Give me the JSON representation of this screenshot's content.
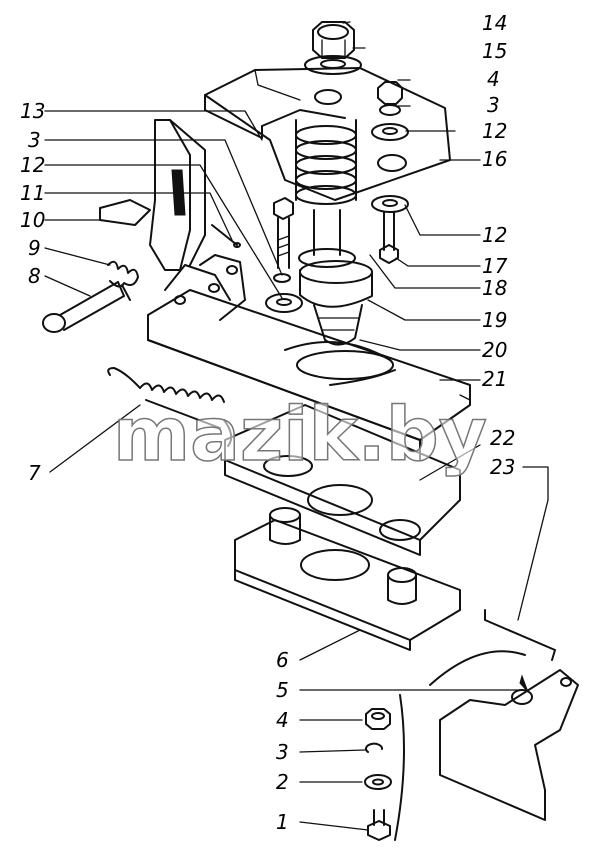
{
  "watermark": "mazik.by",
  "callouts": [
    {
      "id": "c14",
      "text": "14"
    },
    {
      "id": "c15",
      "text": "15"
    },
    {
      "id": "c4a",
      "text": "4"
    },
    {
      "id": "c3a",
      "text": "3"
    },
    {
      "id": "c12a",
      "text": "12"
    },
    {
      "id": "c16",
      "text": "16"
    },
    {
      "id": "c12b",
      "text": "12"
    },
    {
      "id": "c17",
      "text": "17"
    },
    {
      "id": "c18",
      "text": "18"
    },
    {
      "id": "c19",
      "text": "19"
    },
    {
      "id": "c20",
      "text": "20"
    },
    {
      "id": "c21",
      "text": "21"
    },
    {
      "id": "c22",
      "text": "22"
    },
    {
      "id": "c23",
      "text": "23"
    },
    {
      "id": "c13",
      "text": "13"
    },
    {
      "id": "c3b",
      "text": "3"
    },
    {
      "id": "c12c",
      "text": "12"
    },
    {
      "id": "c11",
      "text": "11"
    },
    {
      "id": "c10",
      "text": "10"
    },
    {
      "id": "c9",
      "text": "9"
    },
    {
      "id": "c8",
      "text": "8"
    },
    {
      "id": "c7",
      "text": "7"
    },
    {
      "id": "c6",
      "text": "6"
    },
    {
      "id": "c5",
      "text": "5"
    },
    {
      "id": "c4b",
      "text": "4"
    },
    {
      "id": "c3c",
      "text": "3"
    },
    {
      "id": "c2",
      "text": "2"
    },
    {
      "id": "c1",
      "text": "1"
    }
  ],
  "colors": {
    "ink": "#111111",
    "paper": "#ffffff",
    "watermark": "#ffffff"
  }
}
